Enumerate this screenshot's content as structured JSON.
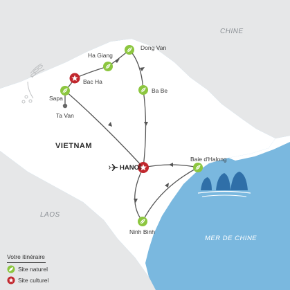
{
  "countries": {
    "chine": "CHINE",
    "vietnam": "VIETNAM",
    "laos": "LAOS"
  },
  "sea": "MER DE CHINE",
  "capital": "HANOÏ",
  "places": {
    "sapa": "Sapa",
    "ta_van": "Ta Van",
    "bac_ha": "Bac Ha",
    "ha_giang": "Ha Giang",
    "dong_van": "Dong Van",
    "ba_be": "Ba Be",
    "baie_halong": "Baie d'Halong",
    "ninh_binh": "Ninh Binh"
  },
  "legend": {
    "title": "Votre itinéraire",
    "natural": "Site naturel",
    "cultural": "Site culturel"
  },
  "colors": {
    "natural": "#8cc63f",
    "cultural": "#c1272d",
    "land_foreign": "#e6e7e8",
    "land_vietnam": "#ffffff",
    "sea": "#7ab8df",
    "route": "#555555"
  },
  "icons": [
    "plane-icon",
    "star-icon",
    "leaf-icon",
    "rice-icon",
    "halong-rocks-icon"
  ]
}
